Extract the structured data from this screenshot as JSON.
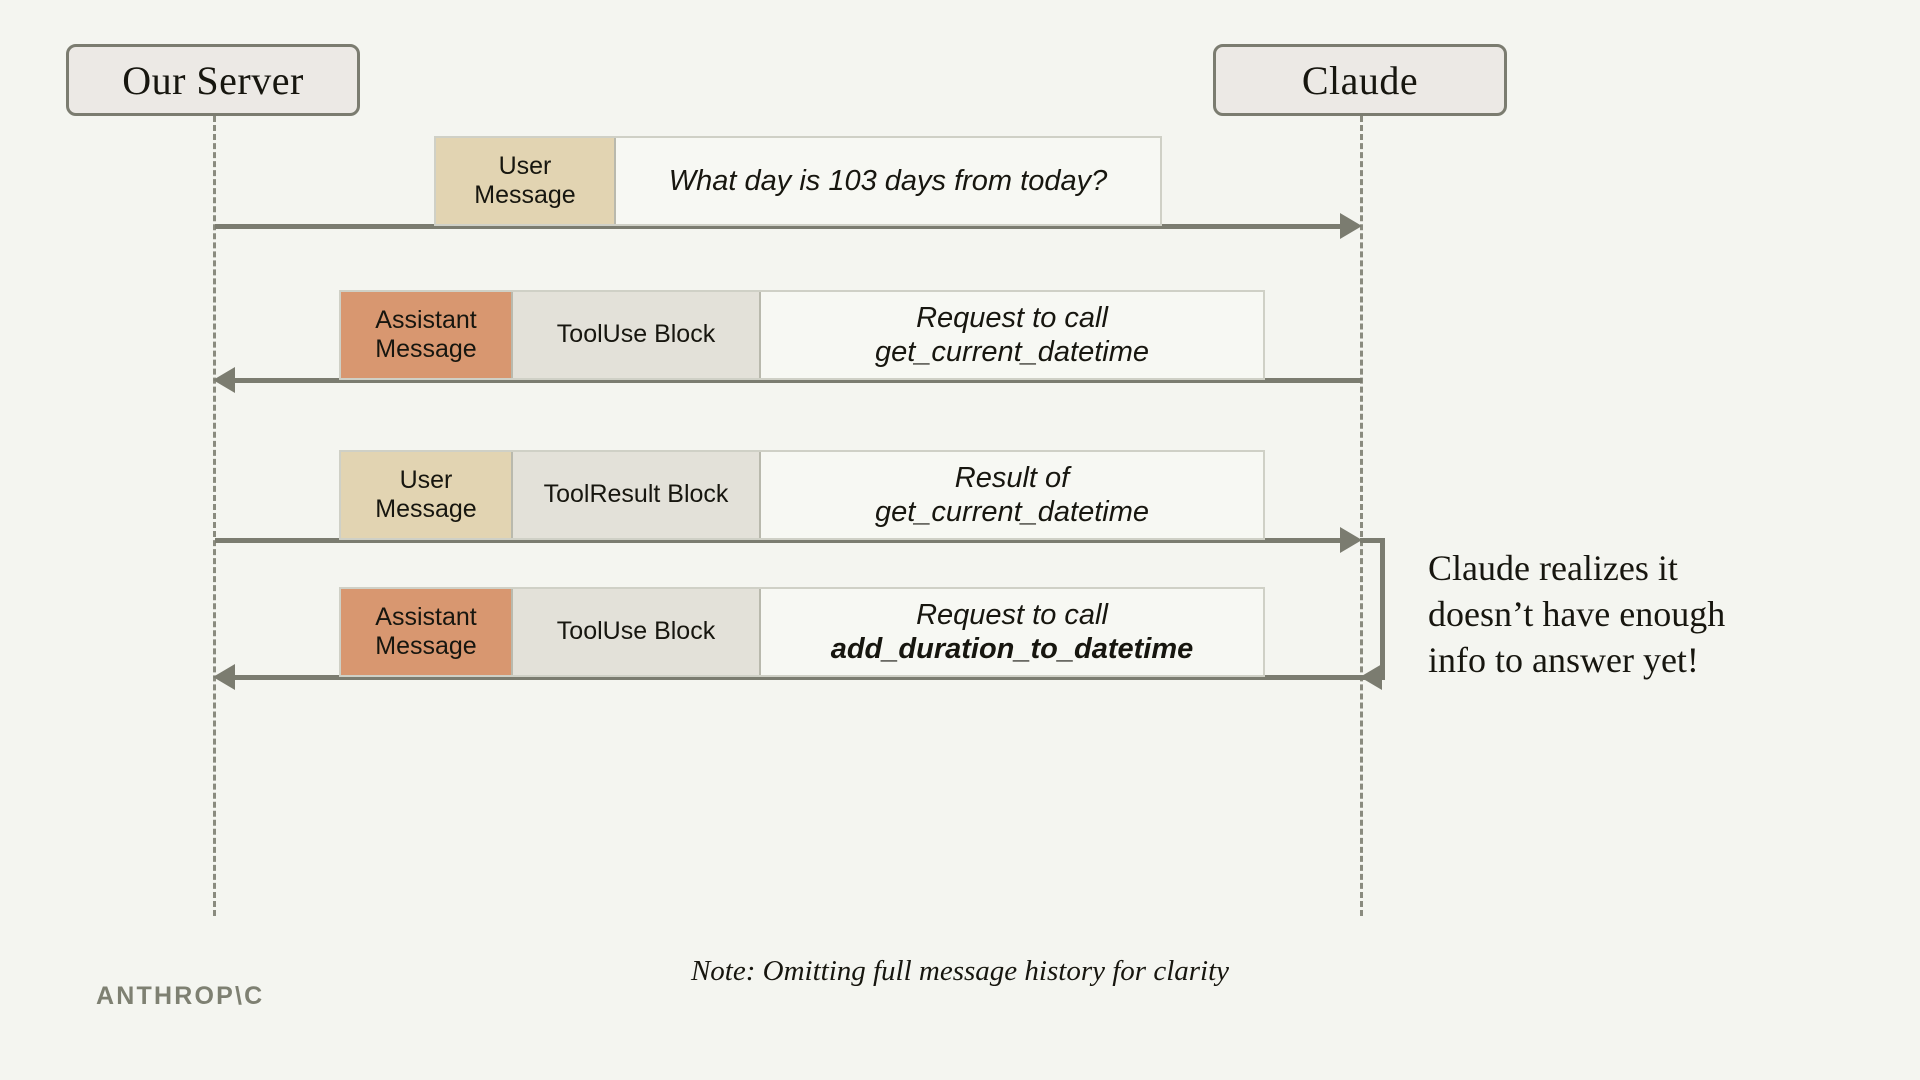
{
  "diagram": {
    "background_color": "#f4f5f0",
    "line_color": "#7b7c70",
    "actors": [
      {
        "id": "server",
        "label": "Our Server"
      },
      {
        "id": "claude",
        "label": "Claude"
      }
    ],
    "messages": [
      {
        "index": 1,
        "direction": "server-to-claude",
        "role_label": "User\nMessage",
        "role_line1": "User",
        "role_line2": "Message",
        "role_color": "#e2d4b2",
        "kind_label": "",
        "body_line1": "What day is 103 days from today?",
        "body_line2": "",
        "body_bold_line2": false
      },
      {
        "index": 2,
        "direction": "claude-to-server",
        "role_line1": "Assistant",
        "role_line2": "Message",
        "role_color": "#d89770",
        "kind_label": "ToolUse Block",
        "body_line1": "Request to call",
        "body_line2": "get_current_datetime",
        "body_bold_line2": false
      },
      {
        "index": 3,
        "direction": "server-to-claude",
        "role_line1": "User",
        "role_line2": "Message",
        "role_color": "#e2d4b2",
        "kind_label": "ToolResult Block",
        "body_line1": "Result of",
        "body_line2": "get_current_datetime",
        "body_bold_line2": false
      },
      {
        "index": 4,
        "direction": "claude-to-server",
        "role_line1": "Assistant",
        "role_line2": "Message",
        "role_color": "#d89770",
        "kind_label": "ToolUse Block",
        "body_line1": "Request to call",
        "body_line2": "add_duration_to_datetime",
        "body_bold_line2": true
      }
    ],
    "annotation": {
      "line1": "Claude realizes it",
      "line2": "doesn’t have enough",
      "line3": "info to answer yet!"
    },
    "footer": {
      "note": "Note: Omitting full message history for clarity",
      "brand": "ANTHROP\\C"
    }
  }
}
